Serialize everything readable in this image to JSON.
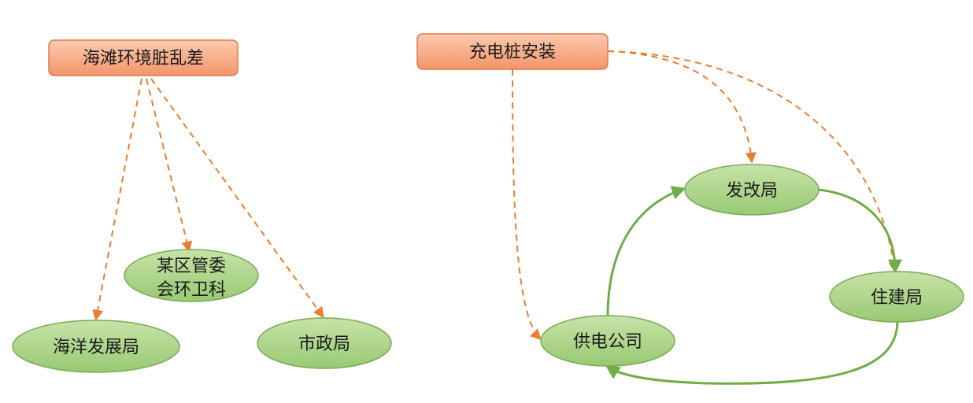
{
  "colors": {
    "problem_fill_top": "#fccab0",
    "problem_fill_bottom": "#f3956a",
    "problem_stroke": "#e07a4a",
    "agency_fill_top": "#c7e3a8",
    "agency_fill_bottom": "#98c973",
    "agency_stroke": "#7aaa55",
    "dashed_arrow": "#ed7d31",
    "solid_arrow": "#70ad47"
  },
  "left_group": {
    "problem": "海滩环境脏乱差",
    "agencies": {
      "haiyang": "海洋发展局",
      "guanwei_line1": "某区管委",
      "guanwei_line2": "会环卫科",
      "shizheng": "市政局"
    }
  },
  "right_group": {
    "problem": "充电桩安装",
    "agencies": {
      "fagai": "发改局",
      "zhujian": "住建局",
      "gongdian": "供电公司"
    }
  }
}
